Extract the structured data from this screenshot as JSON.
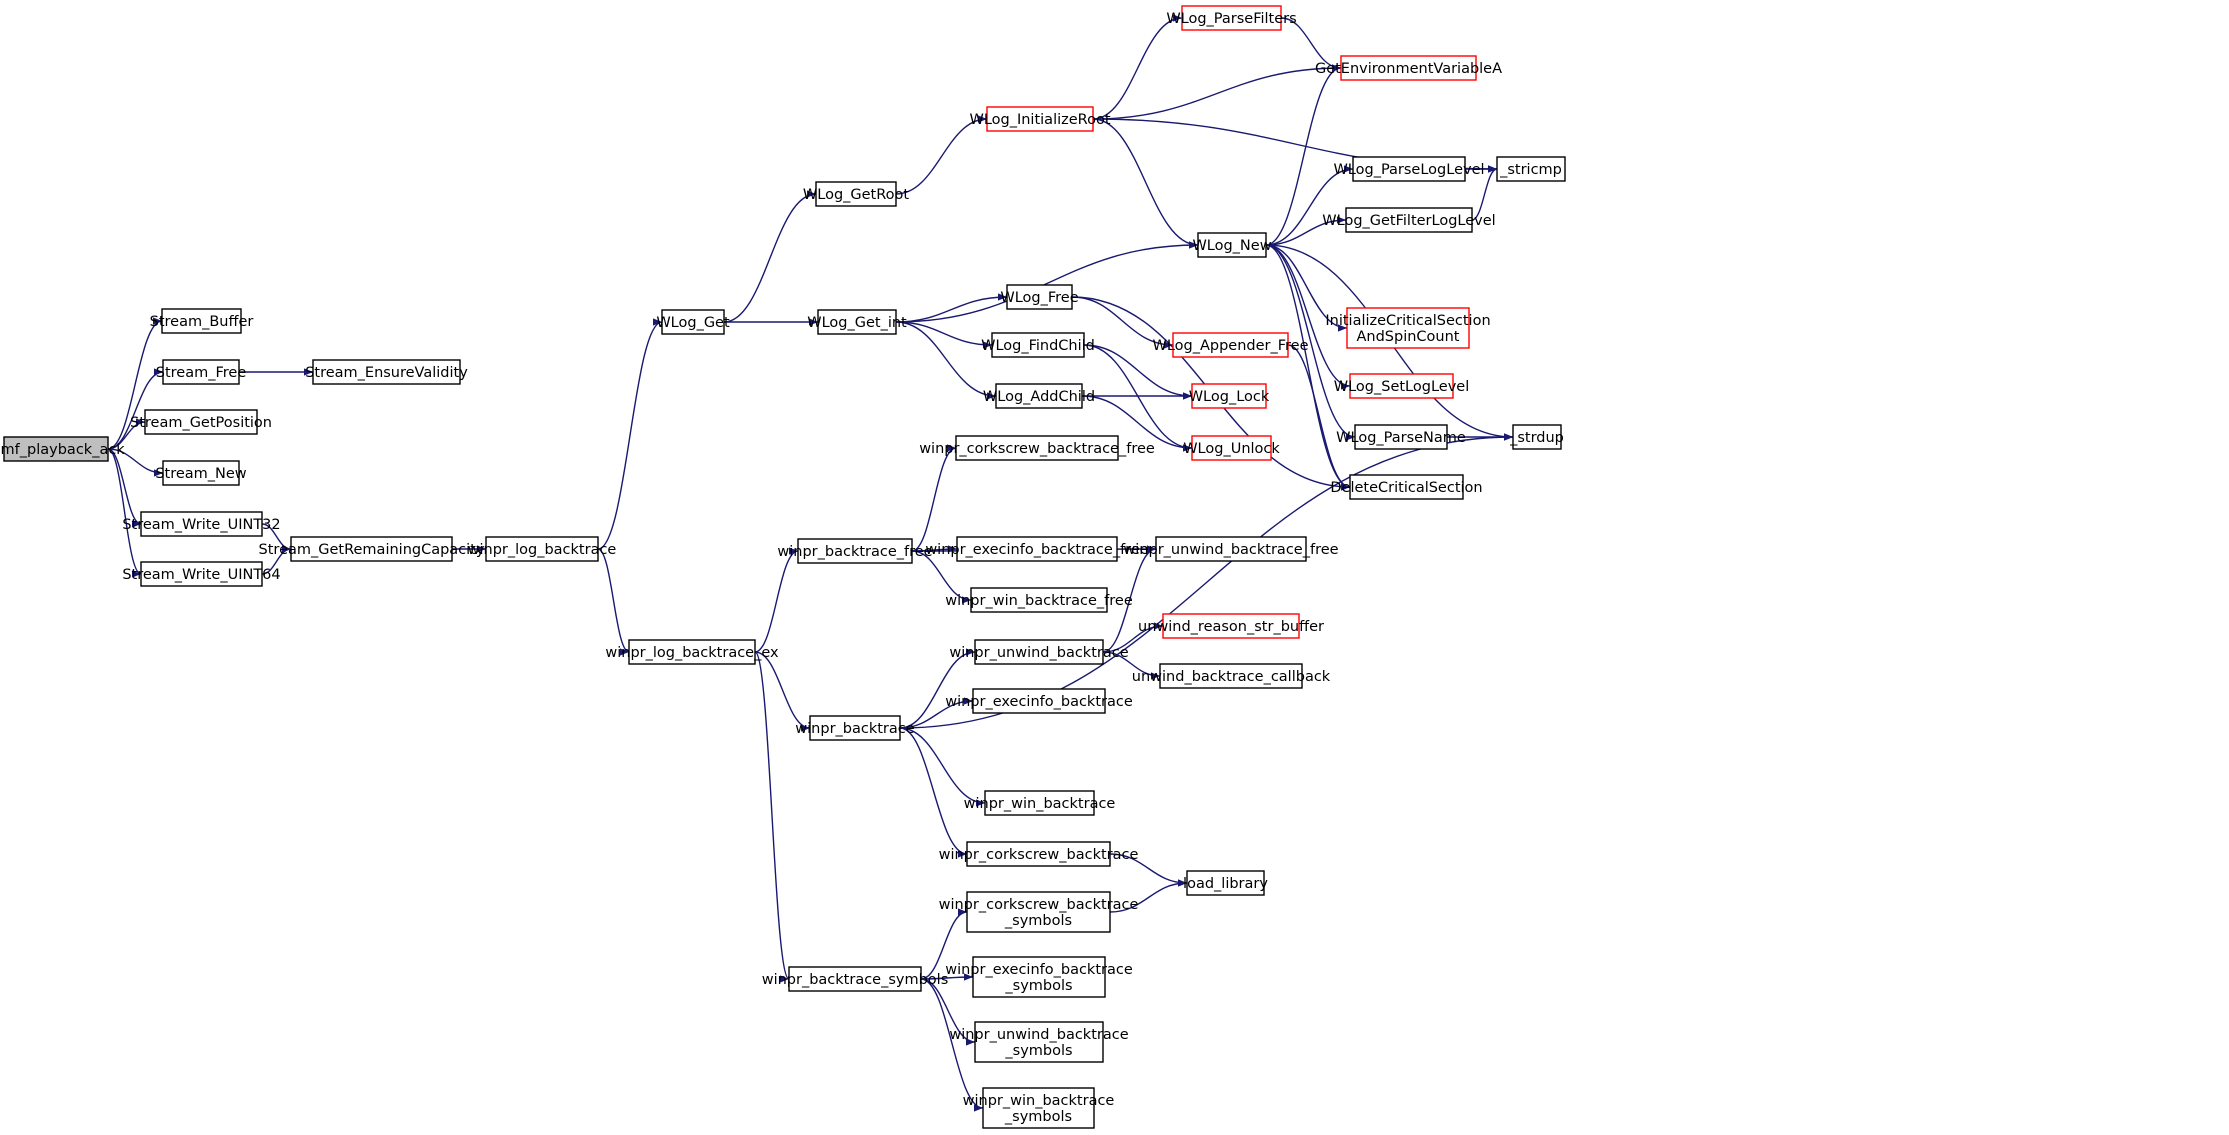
{
  "graph": {
    "colors": {
      "edge": "#191970",
      "node_border": "#000000",
      "truncated_border": "#ff0000",
      "root_fill": "#bfbfbf"
    },
    "nodes": [
      {
        "id": "tsmf_playback_ack",
        "lines": [
          "tsmf_playback_ack"
        ],
        "root": true
      },
      {
        "id": "Stream_Buffer",
        "lines": [
          "Stream_Buffer"
        ]
      },
      {
        "id": "Stream_Free",
        "lines": [
          "Stream_Free"
        ]
      },
      {
        "id": "Stream_EnsureValidity",
        "lines": [
          "Stream_EnsureValidity"
        ]
      },
      {
        "id": "Stream_GetPosition",
        "lines": [
          "Stream_GetPosition"
        ]
      },
      {
        "id": "Stream_New",
        "lines": [
          "Stream_New"
        ]
      },
      {
        "id": "Stream_Write_UINT32",
        "lines": [
          "Stream_Write_UINT32"
        ]
      },
      {
        "id": "Stream_Write_UINT64",
        "lines": [
          "Stream_Write_UINT64"
        ]
      },
      {
        "id": "Stream_GetRemainingCapacity",
        "lines": [
          "Stream_GetRemainingCapacity"
        ]
      },
      {
        "id": "winpr_log_backtrace",
        "lines": [
          "winpr_log_backtrace"
        ]
      },
      {
        "id": "WLog_Get",
        "lines": [
          "WLog_Get"
        ]
      },
      {
        "id": "winpr_log_backtrace_ex",
        "lines": [
          "winpr_log_backtrace_ex"
        ]
      },
      {
        "id": "WLog_GetRoot",
        "lines": [
          "WLog_GetRoot"
        ]
      },
      {
        "id": "WLog_Get_int",
        "lines": [
          "WLog_Get_int"
        ]
      },
      {
        "id": "WLog_InitializeRoot",
        "lines": [
          "WLog_InitializeRoot"
        ],
        "truncated": true
      },
      {
        "id": "WLog_ParseFilters",
        "lines": [
          "WLog_ParseFilters"
        ],
        "truncated": true
      },
      {
        "id": "GetEnvironmentVariableA",
        "lines": [
          "GetEnvironmentVariableA"
        ],
        "truncated": true
      },
      {
        "id": "_stricmp",
        "lines": [
          "_stricmp"
        ]
      },
      {
        "id": "WLog_New",
        "lines": [
          "WLog_New"
        ]
      },
      {
        "id": "WLog_ParseLogLevel",
        "lines": [
          "WLog_ParseLogLevel"
        ]
      },
      {
        "id": "WLog_GetFilterLogLevel",
        "lines": [
          "WLog_GetFilterLogLevel"
        ]
      },
      {
        "id": "InitializeCriticalSectionAndSpinCount",
        "lines": [
          "InitializeCriticalSection",
          "AndSpinCount"
        ],
        "truncated": true
      },
      {
        "id": "WLog_SetLogLevel",
        "lines": [
          "WLog_SetLogLevel"
        ],
        "truncated": true
      },
      {
        "id": "WLog_ParseName",
        "lines": [
          "WLog_ParseName"
        ]
      },
      {
        "id": "_strdup",
        "lines": [
          "_strdup"
        ]
      },
      {
        "id": "DeleteCriticalSection",
        "lines": [
          "DeleteCriticalSection"
        ]
      },
      {
        "id": "WLog_Free",
        "lines": [
          "WLog_Free"
        ]
      },
      {
        "id": "WLog_Appender_Free",
        "lines": [
          "WLog_Appender_Free"
        ],
        "truncated": true
      },
      {
        "id": "WLog_FindChild",
        "lines": [
          "WLog_FindChild"
        ]
      },
      {
        "id": "WLog_AddChild",
        "lines": [
          "WLog_AddChild"
        ]
      },
      {
        "id": "WLog_Lock",
        "lines": [
          "WLog_Lock"
        ],
        "truncated": true
      },
      {
        "id": "WLog_Unlock",
        "lines": [
          "WLog_Unlock"
        ],
        "truncated": true
      },
      {
        "id": "winpr_backtrace_free",
        "lines": [
          "winpr_backtrace_free"
        ]
      },
      {
        "id": "winpr_corkscrew_backtrace_free",
        "lines": [
          "winpr_corkscrew_backtrace_free"
        ]
      },
      {
        "id": "winpr_execinfo_backtrace_free",
        "lines": [
          "winpr_execinfo_backtrace_free"
        ]
      },
      {
        "id": "winpr_unwind_backtrace_free",
        "lines": [
          "winpr_unwind_backtrace_free"
        ]
      },
      {
        "id": "winpr_win_backtrace_free",
        "lines": [
          "winpr_win_backtrace_free"
        ]
      },
      {
        "id": "winpr_backtrace",
        "lines": [
          "winpr_backtrace"
        ]
      },
      {
        "id": "winpr_unwind_backtrace",
        "lines": [
          "winpr_unwind_backtrace"
        ]
      },
      {
        "id": "unwind_reason_str_buffer",
        "lines": [
          "unwind_reason_str_buffer"
        ],
        "truncated": true
      },
      {
        "id": "unwind_backtrace_callback",
        "lines": [
          "unwind_backtrace_callback"
        ]
      },
      {
        "id": "winpr_execinfo_backtrace",
        "lines": [
          "winpr_execinfo_backtrace"
        ]
      },
      {
        "id": "winpr_win_backtrace",
        "lines": [
          "winpr_win_backtrace"
        ]
      },
      {
        "id": "winpr_corkscrew_backtrace",
        "lines": [
          "winpr_corkscrew_backtrace"
        ]
      },
      {
        "id": "load_library",
        "lines": [
          "load_library"
        ]
      },
      {
        "id": "winpr_corkscrew_backtrace_symbols",
        "lines": [
          "winpr_corkscrew_backtrace",
          "_symbols"
        ]
      },
      {
        "id": "winpr_backtrace_symbols",
        "lines": [
          "winpr_backtrace_symbols"
        ]
      },
      {
        "id": "winpr_execinfo_backtrace_symbols",
        "lines": [
          "winpr_execinfo_backtrace",
          "_symbols"
        ]
      },
      {
        "id": "winpr_unwind_backtrace_symbols",
        "lines": [
          "winpr_unwind_backtrace",
          "_symbols"
        ]
      },
      {
        "id": "winpr_win_backtrace_symbols",
        "lines": [
          "winpr_win_backtrace",
          "_symbols"
        ]
      }
    ],
    "edges": [
      [
        "tsmf_playback_ack",
        "Stream_Buffer"
      ],
      [
        "tsmf_playback_ack",
        "Stream_Free"
      ],
      [
        "tsmf_playback_ack",
        "Stream_GetPosition"
      ],
      [
        "tsmf_playback_ack",
        "Stream_New"
      ],
      [
        "tsmf_playback_ack",
        "Stream_Write_UINT32"
      ],
      [
        "tsmf_playback_ack",
        "Stream_Write_UINT64"
      ],
      [
        "Stream_Free",
        "Stream_EnsureValidity"
      ],
      [
        "Stream_Write_UINT32",
        "Stream_GetRemainingCapacity"
      ],
      [
        "Stream_Write_UINT64",
        "Stream_GetRemainingCapacity"
      ],
      [
        "Stream_GetRemainingCapacity",
        "winpr_log_backtrace"
      ],
      [
        "winpr_log_backtrace",
        "WLog_Get"
      ],
      [
        "winpr_log_backtrace",
        "winpr_log_backtrace_ex"
      ],
      [
        "WLog_Get",
        "WLog_GetRoot"
      ],
      [
        "WLog_Get",
        "WLog_Get_int"
      ],
      [
        "WLog_GetRoot",
        "WLog_InitializeRoot"
      ],
      [
        "WLog_InitializeRoot",
        "WLog_ParseFilters"
      ],
      [
        "WLog_InitializeRoot",
        "GetEnvironmentVariableA"
      ],
      [
        "WLog_InitializeRoot",
        "_stricmp"
      ],
      [
        "WLog_InitializeRoot",
        "WLog_New"
      ],
      [
        "WLog_ParseFilters",
        "GetEnvironmentVariableA"
      ],
      [
        "WLog_New",
        "GetEnvironmentVariableA"
      ],
      [
        "WLog_New",
        "WLog_ParseLogLevel"
      ],
      [
        "WLog_New",
        "WLog_GetFilterLogLevel"
      ],
      [
        "WLog_New",
        "InitializeCriticalSectionAndSpinCount"
      ],
      [
        "WLog_New",
        "WLog_SetLogLevel"
      ],
      [
        "WLog_New",
        "WLog_ParseName"
      ],
      [
        "WLog_New",
        "_strdup"
      ],
      [
        "WLog_New",
        "DeleteCriticalSection"
      ],
      [
        "WLog_ParseLogLevel",
        "_stricmp"
      ],
      [
        "WLog_GetFilterLogLevel",
        "_stricmp"
      ],
      [
        "WLog_ParseName",
        "_strdup"
      ],
      [
        "WLog_Get_int",
        "WLog_New"
      ],
      [
        "WLog_Get_int",
        "WLog_Free"
      ],
      [
        "WLog_Get_int",
        "WLog_FindChild"
      ],
      [
        "WLog_Get_int",
        "WLog_AddChild"
      ],
      [
        "WLog_Free",
        "WLog_Appender_Free"
      ],
      [
        "WLog_Free",
        "DeleteCriticalSection"
      ],
      [
        "WLog_Appender_Free",
        "DeleteCriticalSection"
      ],
      [
        "WLog_FindChild",
        "WLog_Lock"
      ],
      [
        "WLog_FindChild",
        "WLog_Unlock"
      ],
      [
        "WLog_AddChild",
        "WLog_Lock"
      ],
      [
        "WLog_AddChild",
        "WLog_Unlock"
      ],
      [
        "winpr_log_backtrace_ex",
        "winpr_backtrace_free"
      ],
      [
        "winpr_log_backtrace_ex",
        "winpr_backtrace"
      ],
      [
        "winpr_log_backtrace_ex",
        "winpr_backtrace_symbols"
      ],
      [
        "winpr_backtrace_free",
        "winpr_corkscrew_backtrace_free"
      ],
      [
        "winpr_backtrace_free",
        "winpr_execinfo_backtrace_free"
      ],
      [
        "winpr_backtrace_free",
        "winpr_unwind_backtrace_free"
      ],
      [
        "winpr_backtrace_free",
        "winpr_win_backtrace_free"
      ],
      [
        "winpr_backtrace",
        "winpr_unwind_backtrace"
      ],
      [
        "winpr_backtrace",
        "winpr_execinfo_backtrace"
      ],
      [
        "winpr_backtrace",
        "_strdup"
      ],
      [
        "winpr_backtrace",
        "winpr_win_backtrace"
      ],
      [
        "winpr_backtrace",
        "winpr_corkscrew_backtrace"
      ],
      [
        "winpr_unwind_backtrace",
        "winpr_unwind_backtrace_free"
      ],
      [
        "winpr_unwind_backtrace",
        "unwind_reason_str_buffer"
      ],
      [
        "winpr_unwind_backtrace",
        "unwind_backtrace_callback"
      ],
      [
        "winpr_corkscrew_backtrace",
        "load_library"
      ],
      [
        "winpr_corkscrew_backtrace_symbols",
        "load_library"
      ],
      [
        "winpr_backtrace_symbols",
        "winpr_corkscrew_backtrace_symbols"
      ],
      [
        "winpr_backtrace_symbols",
        "winpr_execinfo_backtrace_symbols"
      ],
      [
        "winpr_backtrace_symbols",
        "winpr_unwind_backtrace_symbols"
      ],
      [
        "winpr_backtrace_symbols",
        "winpr_win_backtrace_symbols"
      ]
    ]
  }
}
